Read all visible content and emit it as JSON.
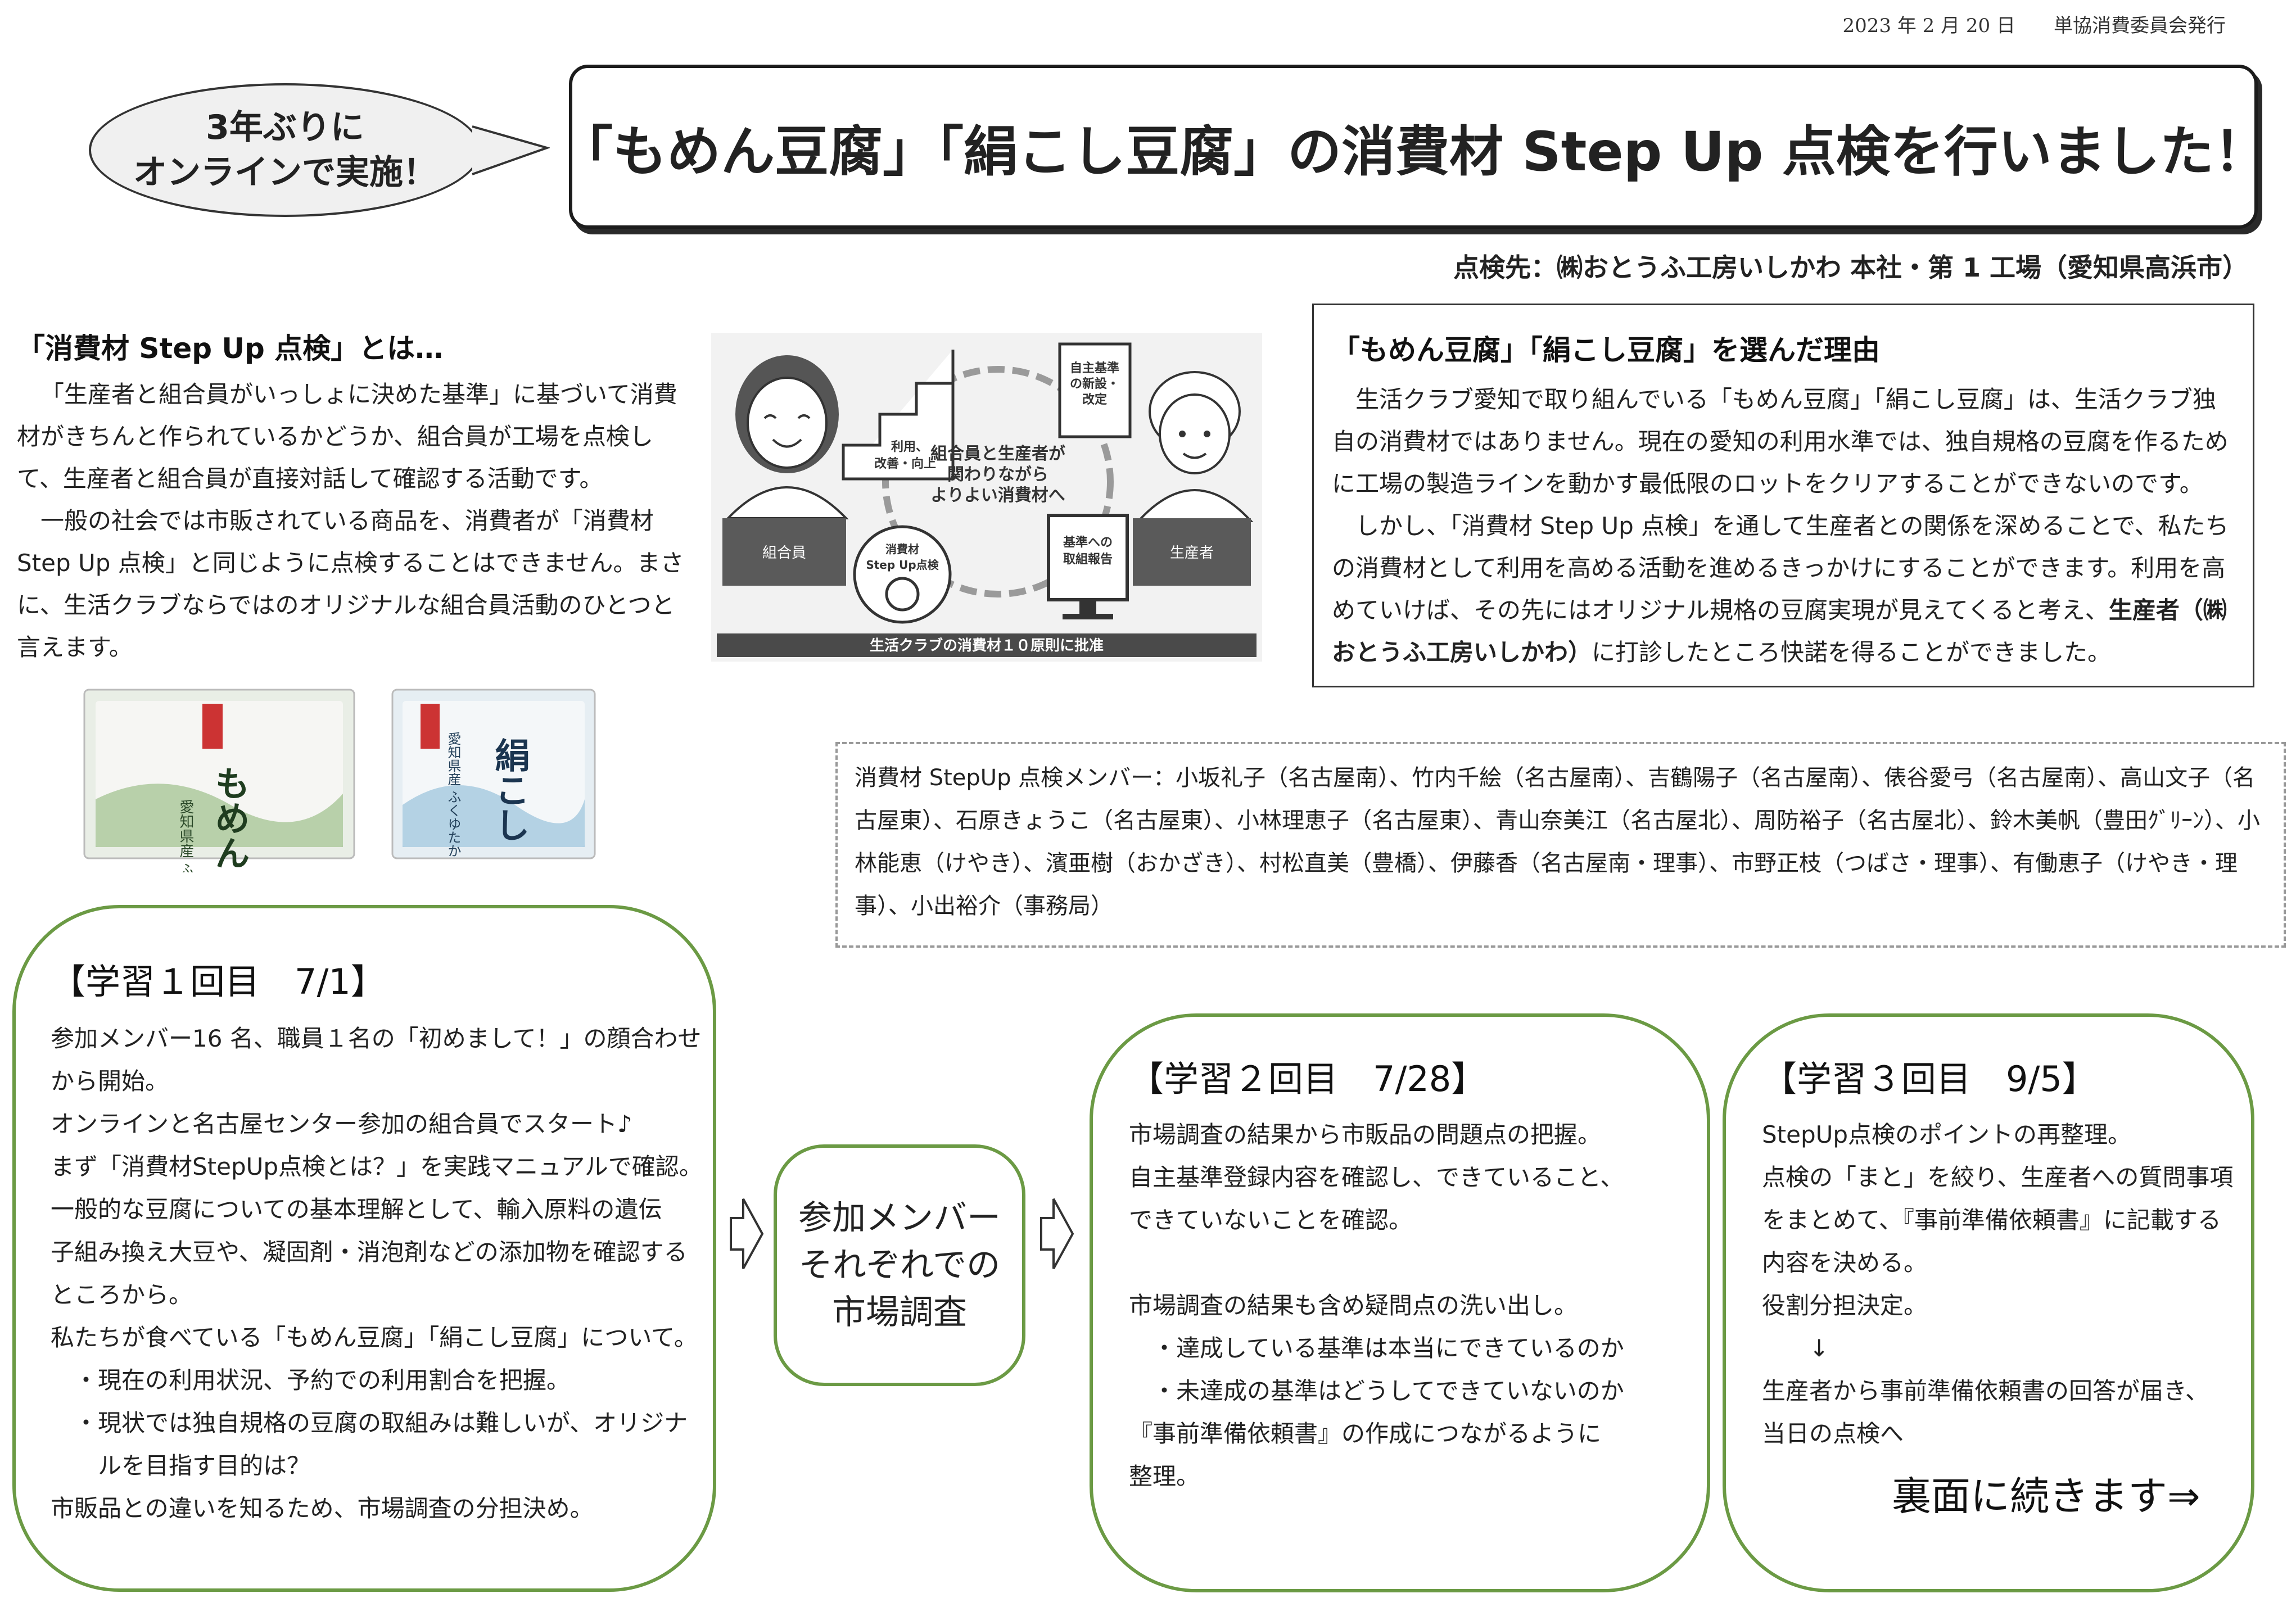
{
  "header": {
    "date": "2023 年 2 月 20 日　　単協消費委員会発行",
    "bubble_line1": "3年ぶりに",
    "bubble_line2": "オンラインで実施！",
    "title_part1": "「もめん豆腐」「絹こし豆腐」の",
    "title_part2": "消費材 Step Up 点検を行いました！",
    "visit_place": "点検先：㈱おとうふ工房いしかわ 本社・第 1 工場（愛知県高浜市）"
  },
  "intro": {
    "title": "「消費材 Step Up 点検」とは…",
    "paragraph1": "「生産者と組合員がいっしょに決めた基準」に基づいて消費材がきちんと作られているかどうか、組合員が工場を点検して、生産者と組合員が直接対話して確認する活動です。",
    "paragraph2": "一般の社会では市販されている商品を、消費者が「消費材 Step Up 点検」と同じように点検することはできません。まさに、生活クラブならではのオリジナルな組合員活動のひとつと言えます。"
  },
  "diagram": {
    "stairs_label_line1": "利用、",
    "stairs_label_line2": "改善・向上",
    "top_box_line1": "自主基準",
    "top_box_line2": "の新設・",
    "top_box_line3": "改定",
    "center_line1": "組合員と生産者が",
    "center_line2": "関わりながら",
    "center_line3": "よりよい消費材へ",
    "right_box_line1": "基準への",
    "right_box_line2": "取組報告",
    "logo_line1": "消費材",
    "logo_line2": "Step Up点検",
    "member_label": "組合員",
    "producer_label": "生産者",
    "bottom_banner": "生活クラブの消費材１０原則に批准"
  },
  "reason": {
    "title": "「もめん豆腐」「絹こし豆腐」を選んだ理由",
    "paragraph1": "生活クラブ愛知で取り組んでいる「もめん豆腐」「絹こし豆腐」は、生活クラブ独自の消費材ではありません。現在の愛知の利用水準では、独自規格の豆腐を作るために工場の製造ラインを動かす最低限のロットをクリアすることができないのです。",
    "paragraph2_text": "しかし、「消費材 Step Up 点検」を通して生産者との関係を深めることで、私たちの消費材として利用を高める活動を進めるきっかけにすることができます。利用を高めていけば、その先にはオリジナル規格の豆腐実現が見えてくると考え、",
    "paragraph2_bold": "生産者（㈱おとうふ工房いしかわ）",
    "paragraph2_end": "に打診したところ快諾を得ることができました。"
  },
  "packages": {
    "momen_brand": "愛知県産 ふくゆたか",
    "momen_name": "もめん",
    "kinu_brand": "愛知県産 ふくゆたか",
    "kinu_name": "絹こし"
  },
  "members": {
    "text": "消費材 StepUp 点検メンバー：小坂礼子（名古屋南）、竹内千絵（名古屋南）、吉鶴陽子（名古屋南）、俵谷愛弓（名古屋南）、高山文子（名古屋東）、石原きょうこ（名古屋東）、小林理恵子（名古屋東）、青山奈美江（名古屋北）、周防裕子（名古屋北）、鈴木美帆（豊田ｸﾞﾘｰﾝ）、小林能恵（けやき）、濱亜樹（おかざき）、村松直美（豊橋）、伊藤香（名古屋南・理事）、市野正枝（つばさ・理事）、有働恵子（けやき・理事）、小出裕介（事務局）"
  },
  "step1": {
    "heading": "【学習１回目　7/1】",
    "lines": [
      "参加メンバー16 名、職員１名の「初めまして！」の顔合わせ",
      "から開始。",
      "オンラインと名古屋センター参加の組合員でスタート♪",
      "まず「消費材StepUp点検とは？」を実践マニュアルで確認。",
      "一般的な豆腐についての基本理解として、輸入原料の遺伝",
      "子組み換え大豆や、凝固剤・消泡剤などの添加物を確認する",
      "ところから。",
      "私たちが食べている「もめん豆腐」「絹こし豆腐」について。",
      "　・現在の利用状況、予約での利用割合を把握。",
      "　・現状では独自規格の豆腐の取組みは難しいが、オリジナ",
      "　　ルを目指す目的は？",
      "市販品との違いを知るため、市場調査の分担決め。"
    ]
  },
  "middle": {
    "line1": "参加メンバー",
    "line2": "それぞれでの",
    "line3": "市場調査"
  },
  "step2": {
    "heading": "【学習２回目　7/28】",
    "lines": [
      "市場調査の結果から市販品の問題点の把握。",
      "自主基準登録内容を確認し、できていること、",
      "できていないことを確認。",
      " ",
      "市場調査の結果も含め疑問点の洗い出し。",
      "　・達成している基準は本当にできているのか",
      "　・未達成の基準はどうしてできていないのか",
      "『事前準備依頼書』の作成につながるように",
      "整理。"
    ]
  },
  "step3": {
    "heading": "【学習３回目　9/5】",
    "lines": [
      "StepUp点検のポイントの再整理。",
      "点検の「まと」を絞り、生産者への質問事項",
      "をまとめて、『事前準備依頼書』に記載する",
      "内容を決める。",
      "役割分担決定。",
      "　　↓",
      "生産者から事前準備依頼書の回答が届き、",
      "当日の点検へ"
    ],
    "continue_text": "裏面に続きます⇒"
  },
  "colors": {
    "step_border": "#6b9a44",
    "bubble_fill": "#f0f0f0",
    "text": "#222222"
  }
}
